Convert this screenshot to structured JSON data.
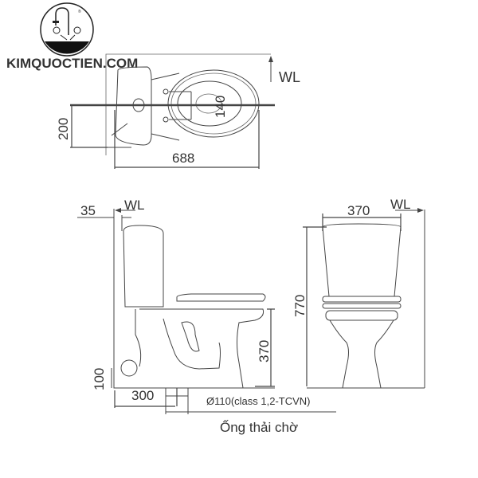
{
  "brand": {
    "name": "KIMQUOCTIEN.COM",
    "registered_mark": "®"
  },
  "top_view": {
    "wall_label": "WL",
    "dim_length": "688",
    "dim_offset": "200",
    "dim_seat": "140"
  },
  "side_view": {
    "dim_wall_gap": "35",
    "wall_label": "WL",
    "dim_seat_height": "370",
    "dim_inlet_height": "100",
    "dim_outlet_distance": "300",
    "pipe_spec": "Ø110(class 1,2-TCVN)",
    "pipe_caption": "Ống thải chờ"
  },
  "front_view": {
    "dim_width": "370",
    "wall_label": "WL",
    "dim_height": "770"
  }
}
